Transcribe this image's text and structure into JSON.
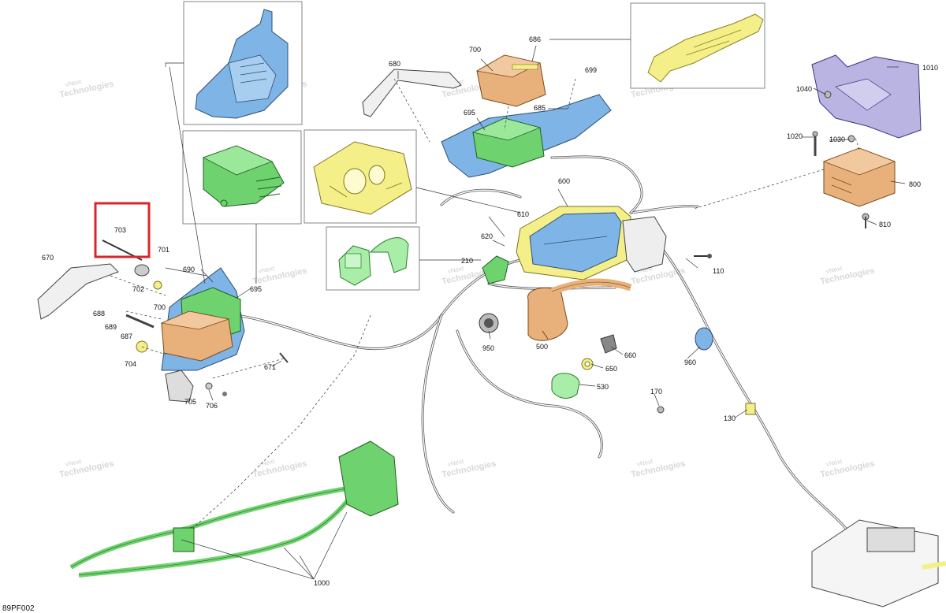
{
  "diagram_code": "89PF002",
  "watermark": {
    "line1": "vNext",
    "line2": "Technologies"
  },
  "highlight_color": "#d9262b",
  "colors": {
    "blue": "#7fb4e6",
    "orange": "#e8b07a",
    "green": "#6ed36e",
    "yellow": "#f5ef8a",
    "purple": "#b9b4e2",
    "light_green": "#a8eea8"
  },
  "parts": [
    {
      "id": "703",
      "label": "703",
      "highlighted": true
    },
    {
      "id": "670",
      "label": "670"
    },
    {
      "id": "701",
      "label": "701"
    },
    {
      "id": "702",
      "label": "702"
    },
    {
      "id": "690",
      "label": "690"
    },
    {
      "id": "695a",
      "label": "695"
    },
    {
      "id": "700a",
      "label": "700"
    },
    {
      "id": "688",
      "label": "688"
    },
    {
      "id": "689",
      "label": "689"
    },
    {
      "id": "687",
      "label": "687"
    },
    {
      "id": "704",
      "label": "704"
    },
    {
      "id": "705",
      "label": "705"
    },
    {
      "id": "706",
      "label": "706"
    },
    {
      "id": "671",
      "label": "671"
    },
    {
      "id": "680",
      "label": "680"
    },
    {
      "id": "700b",
      "label": "700"
    },
    {
      "id": "686",
      "label": "686"
    },
    {
      "id": "699",
      "label": "699"
    },
    {
      "id": "685",
      "label": "685"
    },
    {
      "id": "695b",
      "label": "695"
    },
    {
      "id": "600",
      "label": "600"
    },
    {
      "id": "610",
      "label": "610"
    },
    {
      "id": "620",
      "label": "620"
    },
    {
      "id": "210",
      "label": "210"
    },
    {
      "id": "110",
      "label": "110"
    },
    {
      "id": "950",
      "label": "950"
    },
    {
      "id": "500",
      "label": "500"
    },
    {
      "id": "660",
      "label": "660"
    },
    {
      "id": "650",
      "label": "650"
    },
    {
      "id": "530",
      "label": "530"
    },
    {
      "id": "960",
      "label": "960"
    },
    {
      "id": "170",
      "label": "170"
    },
    {
      "id": "130",
      "label": "130"
    },
    {
      "id": "1010",
      "label": "1010"
    },
    {
      "id": "1040",
      "label": "1040"
    },
    {
      "id": "1020",
      "label": "1020"
    },
    {
      "id": "1030",
      "label": "1030"
    },
    {
      "id": "800",
      "label": "800"
    },
    {
      "id": "810",
      "label": "810"
    },
    {
      "id": "1000",
      "label": "1000"
    }
  ]
}
